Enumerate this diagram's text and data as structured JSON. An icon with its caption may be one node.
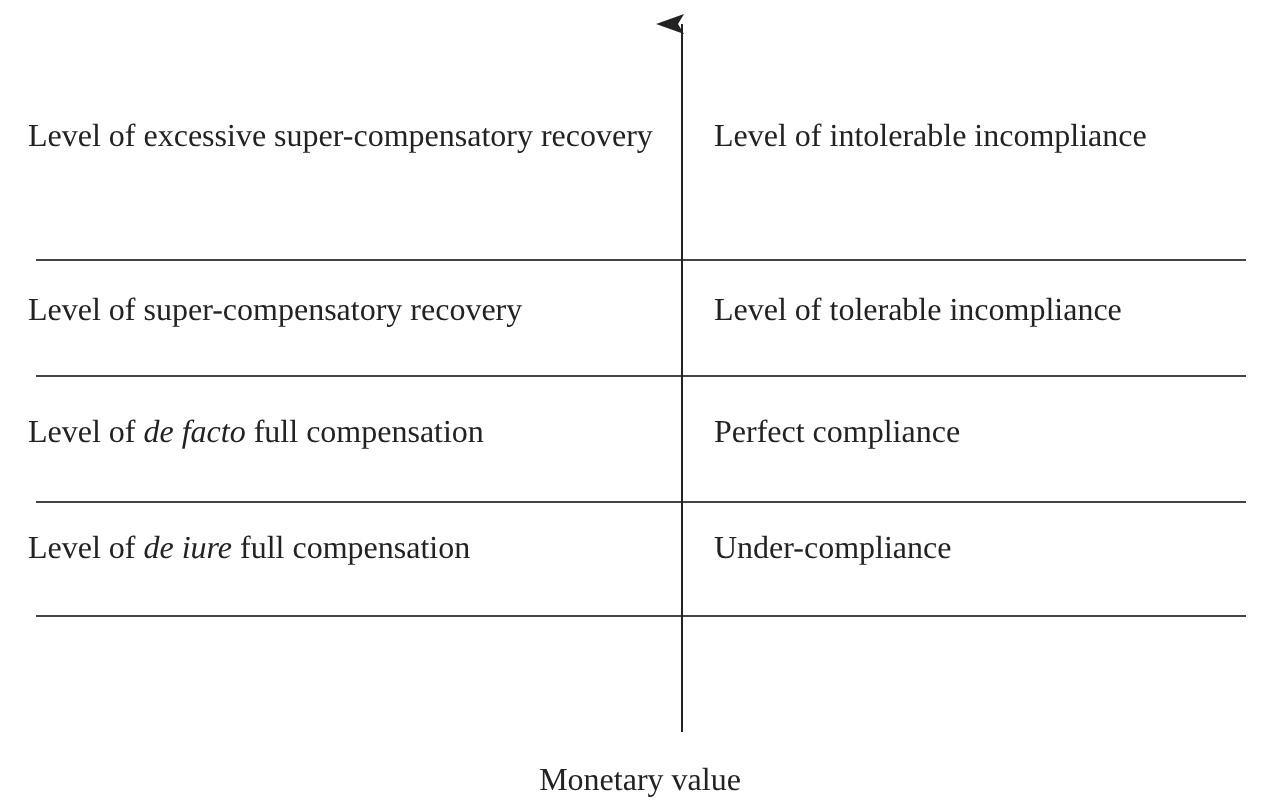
{
  "diagram": {
    "labels": [
      "Level of excessive super-compensatory recovery",
      "Level of intolerable incompliance",
      "Level of super-compensatory recovery",
      "Level of tolerable incompliance",
      "Level of *de facto* full compensation",
      "Perfect compliance",
      "Level of *de iure* full compensation",
      "Under-compliance",
      "Monetary value"
    ]
  }
}
